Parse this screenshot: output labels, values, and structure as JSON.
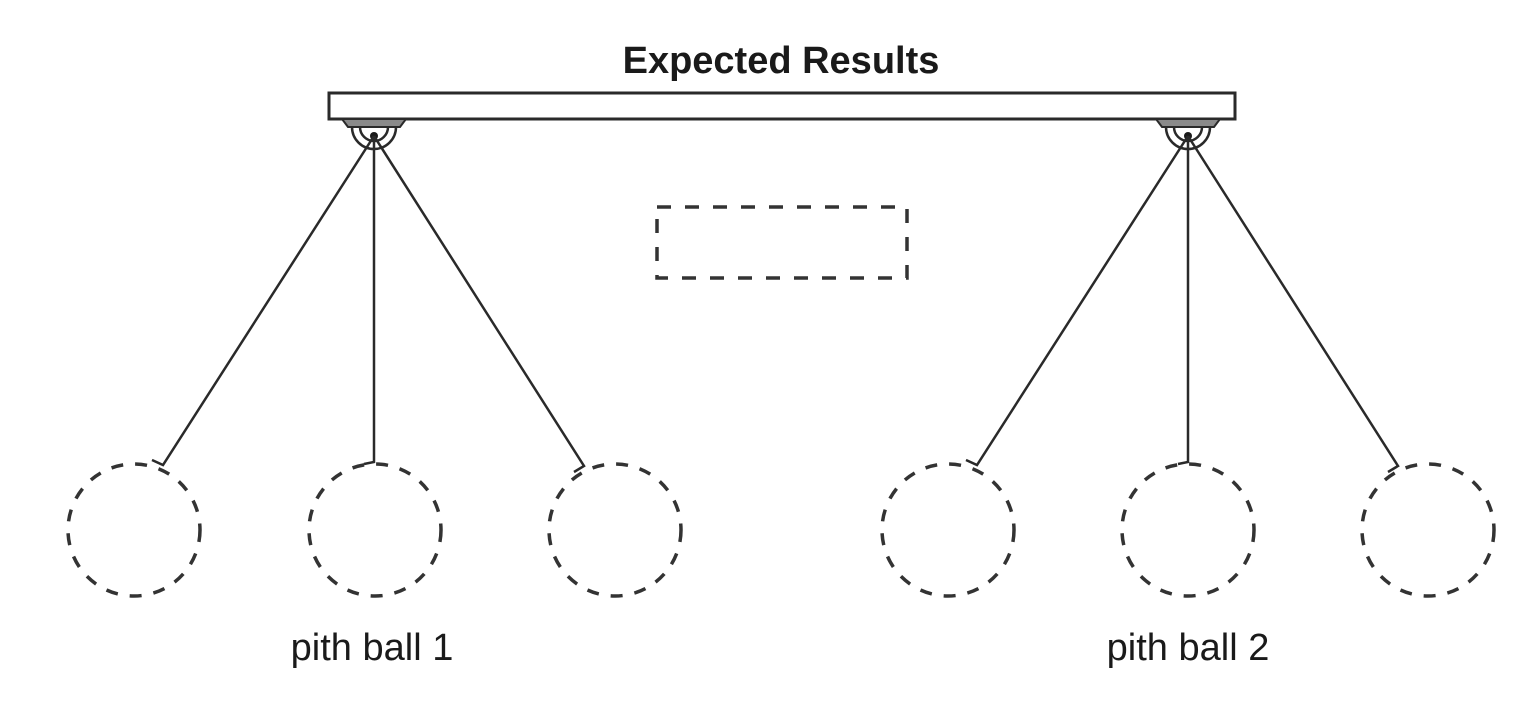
{
  "title": "Expected Results",
  "labels": {
    "pith_ball_1": "pith ball 1",
    "pith_ball_2": "pith ball 2"
  },
  "pendulums": [
    {
      "name": "pith ball 1",
      "positions": [
        "left",
        "center",
        "right"
      ],
      "style": "dashed (unknown position)"
    },
    {
      "name": "pith ball 2",
      "positions": [
        "left",
        "center",
        "right"
      ],
      "style": "dashed (unknown position)"
    }
  ],
  "answer_box": {
    "content": "",
    "style": "dashed"
  }
}
